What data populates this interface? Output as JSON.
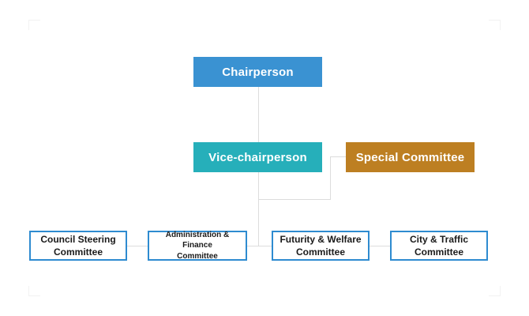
{
  "chart": {
    "type": "org-chart",
    "background_color": "#ffffff",
    "connector_color": "#dcdcdc",
    "levels": [
      {
        "level": 1,
        "nodes": [
          {
            "id": "chairperson",
            "label": "Chairperson",
            "style": "solid",
            "fill_color": "#3a92d2",
            "text_color": "#ffffff"
          }
        ]
      },
      {
        "level": 2,
        "nodes": [
          {
            "id": "vice-chairperson",
            "label": "Vice-chairperson",
            "style": "solid",
            "fill_color": "#26afba",
            "text_color": "#ffffff"
          },
          {
            "id": "special-committee",
            "label": "Special Committee",
            "style": "solid",
            "fill_color": "#bd7f22",
            "text_color": "#ffffff"
          }
        ]
      },
      {
        "level": 3,
        "nodes": [
          {
            "id": "council-steering",
            "label": "Council Steering Committee",
            "line1": "Council Steering",
            "line2": "Committee",
            "style": "outline",
            "fill_color": "#ffffff",
            "border_color": "#2e8bd0",
            "text_color": "#1a1a1a"
          },
          {
            "id": "admin-finance",
            "label": "Administration & Finance Committee",
            "line1": "Administration & Finance",
            "line2": "Committee",
            "style": "outline",
            "fill_color": "#ffffff",
            "border_color": "#2e8bd0",
            "text_color": "#1a1a1a"
          },
          {
            "id": "futurity-welfare",
            "label": "Futurity & Welfare Committee",
            "line1": "Futurity & Welfare",
            "line2": "Committee",
            "style": "outline",
            "fill_color": "#ffffff",
            "border_color": "#2e8bd0",
            "text_color": "#1a1a1a"
          },
          {
            "id": "city-traffic",
            "label": "City & Traffic Committee",
            "line1": "City & Traffic",
            "line2": "Committee",
            "style": "outline",
            "fill_color": "#ffffff",
            "border_color": "#2e8bd0",
            "text_color": "#1a1a1a"
          }
        ]
      }
    ],
    "edges": [
      {
        "from": "chairperson",
        "to": "vice-chairperson"
      },
      {
        "from": "vice-chairperson",
        "to": "special-committee"
      },
      {
        "from": "vice-chairperson",
        "to": "council-steering"
      },
      {
        "from": "vice-chairperson",
        "to": "admin-finance"
      },
      {
        "from": "vice-chairperson",
        "to": "futurity-welfare"
      },
      {
        "from": "vice-chairperson",
        "to": "city-traffic"
      }
    ]
  }
}
